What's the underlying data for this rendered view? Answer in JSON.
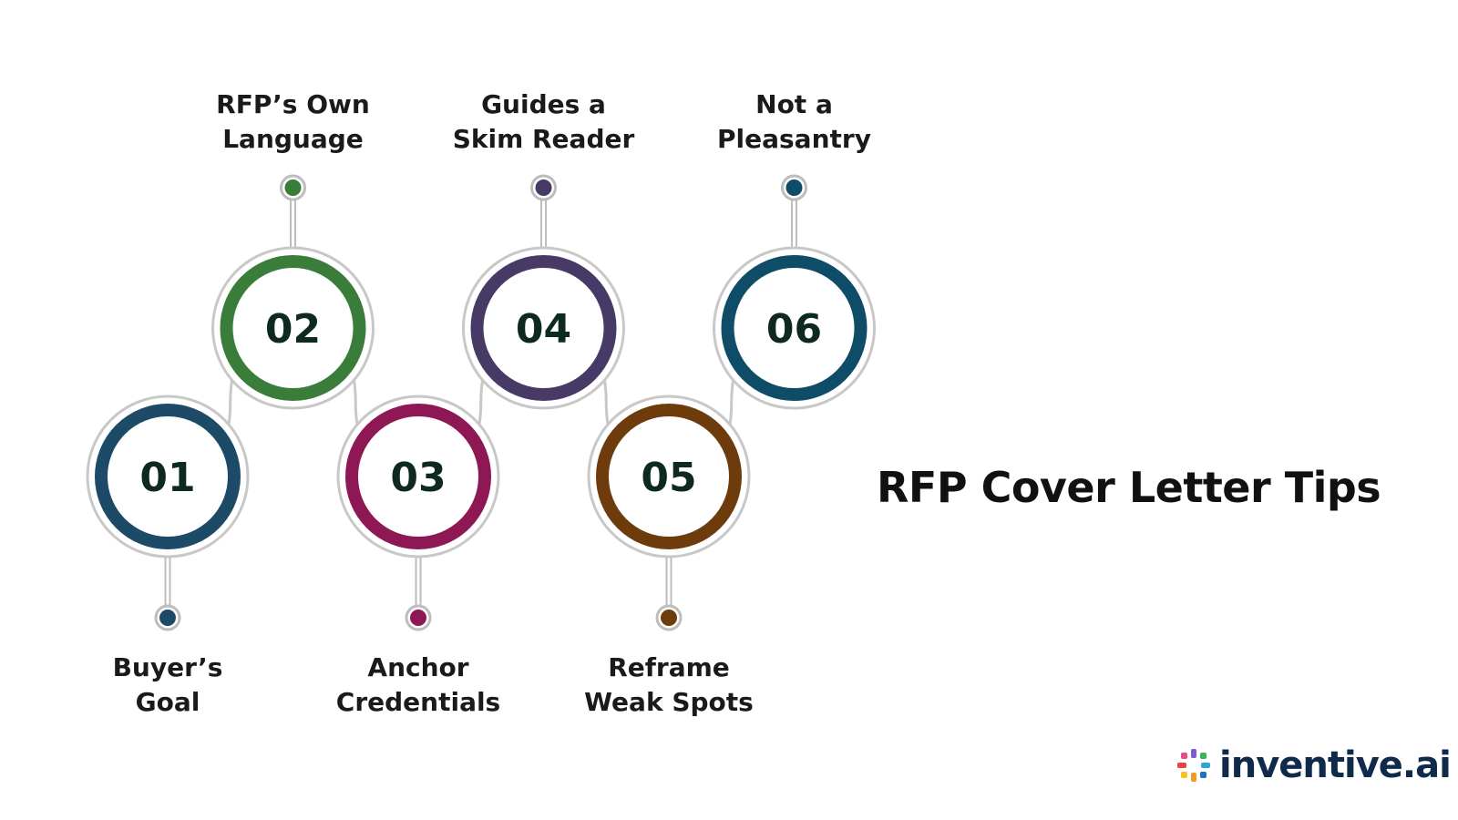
{
  "title": "RFP Cover Letter Tips",
  "brand": {
    "name": "inventive.ai",
    "mark": "pinwheel-logo"
  },
  "steps": [
    {
      "number": "01",
      "label_lines": [
        "Buyer’s",
        "Goal"
      ],
      "color": "#1d4a66",
      "position": "bottom"
    },
    {
      "number": "02",
      "label_lines": [
        "RFP’s Own",
        "Language"
      ],
      "color": "#3a7d3a",
      "position": "top"
    },
    {
      "number": "03",
      "label_lines": [
        "Anchor",
        "Credentials"
      ],
      "color": "#8e1854",
      "position": "bottom"
    },
    {
      "number": "04",
      "label_lines": [
        "Guides a",
        "Skim Reader"
      ],
      "color": "#473a67",
      "position": "top"
    },
    {
      "number": "05",
      "label_lines": [
        "Reframe",
        "Weak Spots"
      ],
      "color": "#6e3c0c",
      "position": "bottom"
    },
    {
      "number": "06",
      "label_lines": [
        "Not a",
        "Pleasantry"
      ],
      "color": "#0f4c68",
      "position": "top"
    }
  ]
}
